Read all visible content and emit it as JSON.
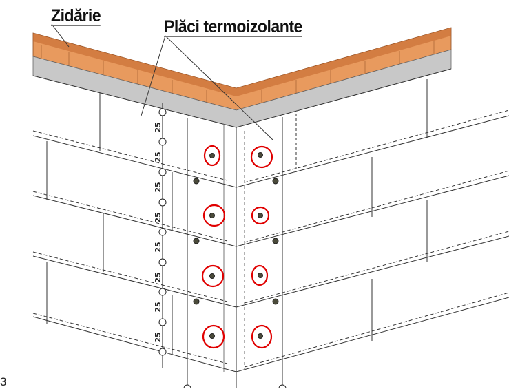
{
  "labels": {
    "masonry": "Zidărie",
    "insulation_boards": "Plăci termoizolante"
  },
  "dimension_labels": [
    "25",
    "25",
    "25",
    "25",
    "25",
    "25",
    "25",
    "25"
  ],
  "figure_number": "3",
  "colors": {
    "brick": "#e89a5e",
    "insulation_edge": "#c8c8c8",
    "highlight": "#e00000",
    "dowel": "#4a4a3a"
  }
}
